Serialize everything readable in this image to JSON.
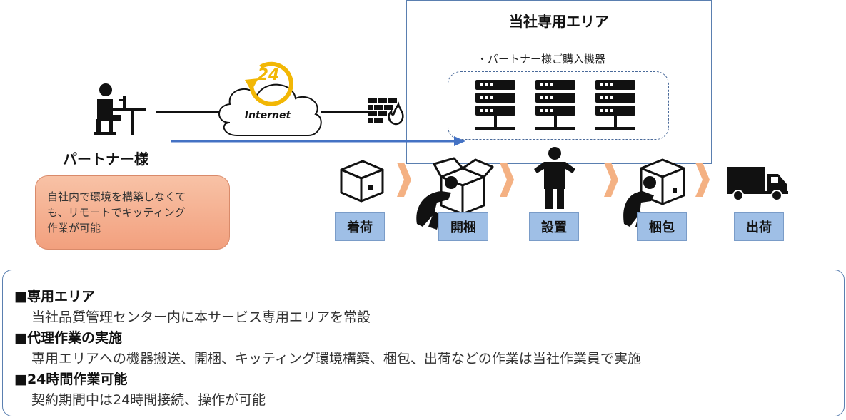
{
  "area": {
    "title": "当社専用エリア",
    "purchase_label": "・パートナー様ご購入機器"
  },
  "internet_label": "Internet",
  "clock_label": "24",
  "partner": {
    "label": "パートナー様",
    "note_lines": [
      "自社内で環境を構築しなくて",
      "も、リモートでキッティング",
      "作業が可能"
    ]
  },
  "steps": [
    {
      "label": "着荷"
    },
    {
      "label": "開梱"
    },
    {
      "label": "設置"
    },
    {
      "label": "梱包"
    },
    {
      "label": "出荷"
    }
  ],
  "info": [
    {
      "heading": "■専用エリア",
      "text": "当社品質管理センター内に本サービス専用エリアを常設"
    },
    {
      "heading": "■代理作業の実施",
      "text": "専用エリアへの機器搬送、開梱、キッティング環境構築、梱包、出荷などの作業は当社作業員で実施"
    },
    {
      "heading": "■24時間作業可能",
      "text": "契約期間中は24時間接続、操作が可能"
    }
  ],
  "colors": {
    "accent_blue": "#4472c4",
    "step_fill": "#9fbfe6",
    "arrow_orange": "#f4b183",
    "clock_yellow": "#f2b705",
    "note_fill": "#f4a988"
  }
}
